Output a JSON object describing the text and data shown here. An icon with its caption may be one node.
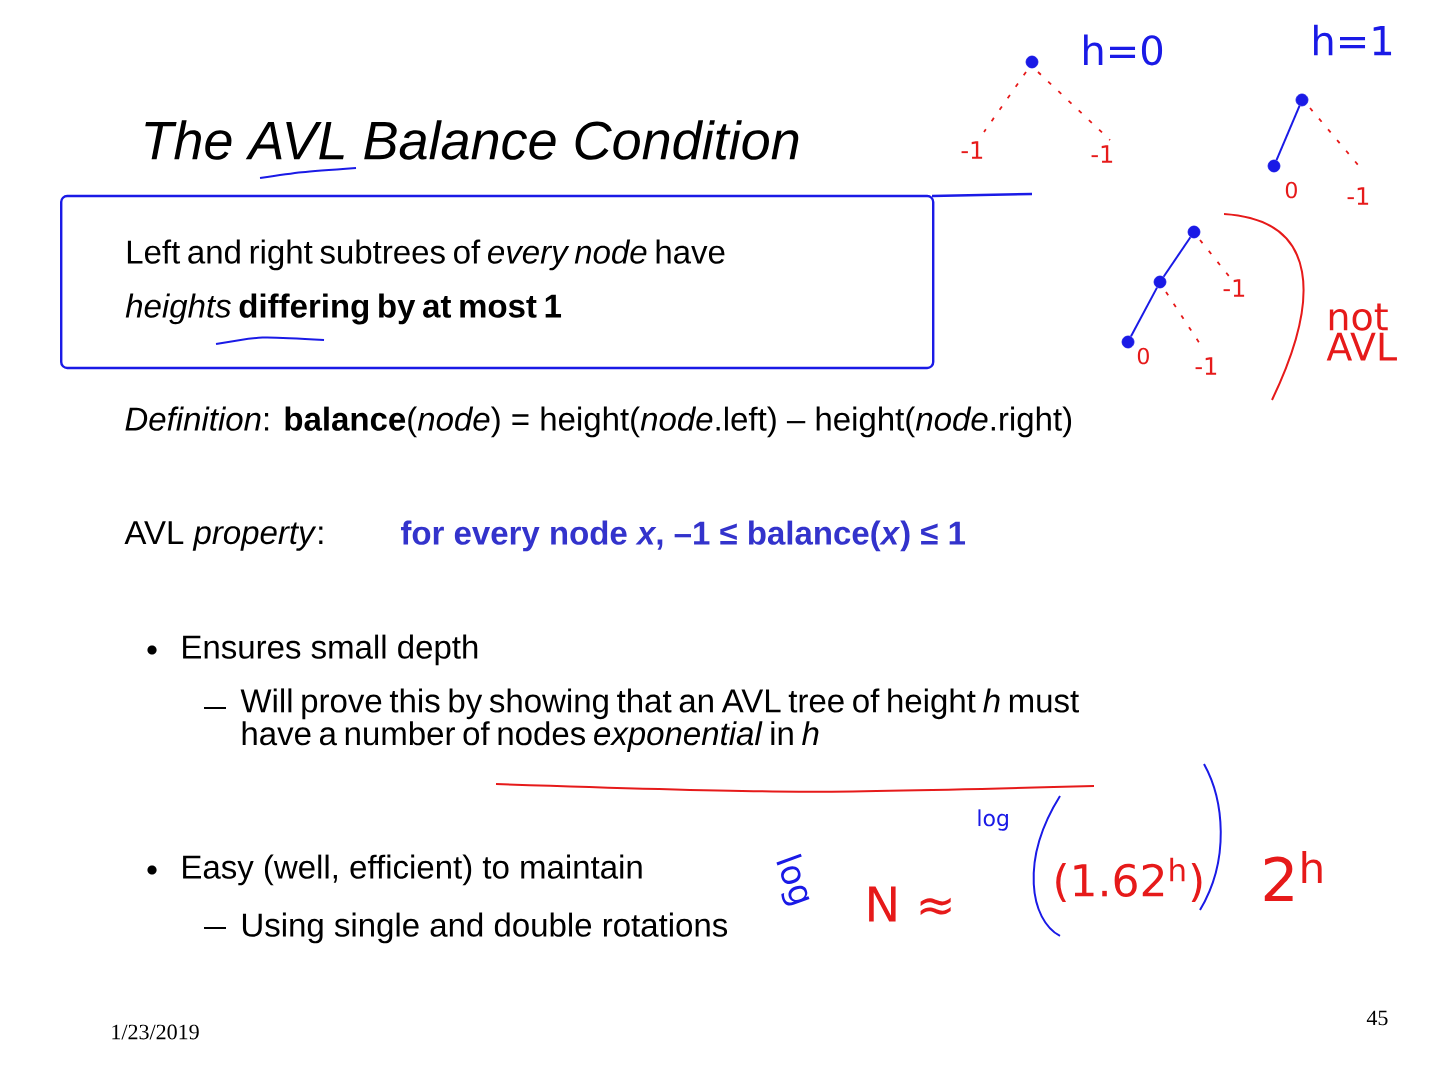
{
  "diagram": {
    "title": "The AVL Balance Condition",
    "nodes": [
      {
        "text": [
          "Left and right subtrees of *every node* have *heights* **differing by at most 1**"
        ]
      },
      {
        "text": [],
        "shape": "circle"
      },
      {
        "text": [],
        "shape": "circle"
      },
      {
        "text": [],
        "shape": "circle"
      },
      {
        "text": [],
        "shape": "circle"
      },
      {
        "text": [],
        "shape": "circle"
      },
      {
        "text": [],
        "shape": "circle"
      }
    ],
    "edges": [
      {
        "from": 2,
        "to": 3,
        "arrow": "none"
      },
      {
        "from": 4,
        "to": 5,
        "arrow": "none"
      },
      {
        "from": 5,
        "to": 6,
        "arrow": "none"
      }
    ],
    "labels": [
      "*Definition*:  **balance**(*node*) = height(*node*.left) – height(*node*.right)",
      "AVL *property*:",
      "for every node *x*,   –1 ≤ balance(*x*) ≤ 1",
      "Ensures small depth",
      "Will prove this by showing that an AVL tree of height *h* must have a number of nodes *exponential* in *h*",
      "Easy (well, efficient) to maintain",
      "Using single and double rotations",
      "1/23/2019",
      "45",
      "h=0",
      "h=1",
      "-1",
      "-1",
      "0",
      "-1",
      "-1",
      "0",
      "-1",
      "not AVL",
      "log",
      "N ≈",
      "log",
      "(1.62$^{h}$)",
      "2$^{h}$"
    ]
  }
}
